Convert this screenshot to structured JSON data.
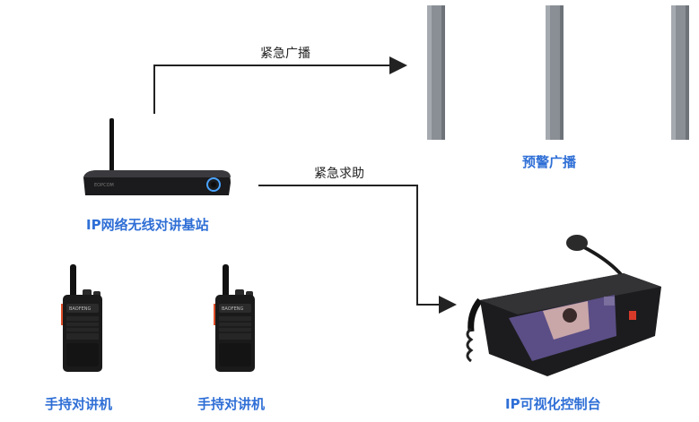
{
  "nodes": {
    "speakers": {
      "label": "预警广播"
    },
    "base_station": {
      "label": "IP网络无线对讲基站",
      "device_brand": "EOPCOM"
    },
    "radio_left": {
      "label": "手持对讲机",
      "brand": "BAOFENG"
    },
    "radio_right": {
      "label": "手持对讲机",
      "brand": "BAOFENG"
    },
    "console": {
      "label": "IP可视化控制台"
    }
  },
  "edges": [
    {
      "from": "base_station",
      "to": "speakers",
      "label": "紧急广播"
    },
    {
      "from": "base_station",
      "to": "console",
      "label": "紧急求助"
    }
  ],
  "colors": {
    "caption": "#2f6fd6",
    "arrow": "#222222",
    "speaker": "#8a8f96",
    "device": "#1b1b1d"
  }
}
